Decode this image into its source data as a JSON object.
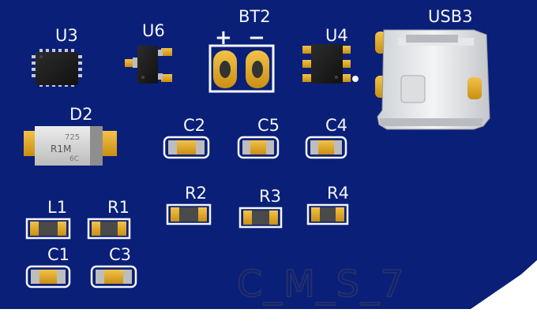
{
  "board": {
    "color": "#0a1f78",
    "designators": {
      "u3": "U3",
      "u6": "U6",
      "bt2": "BT2",
      "bt2_plus": "+",
      "bt2_minus": "−",
      "u4": "U4",
      "usb3": "USB3",
      "d2": "D2",
      "c2": "C2",
      "c5": "C5",
      "c4": "C4",
      "r2": "R2",
      "r3": "R3",
      "r4": "R4",
      "l1": "L1",
      "r1": "R1",
      "c1": "C1",
      "c3": "C3"
    },
    "diode_marking": {
      "line1": "725",
      "line2": "R1M",
      "line3": "6C"
    },
    "watermark": "C_M_S_7"
  }
}
